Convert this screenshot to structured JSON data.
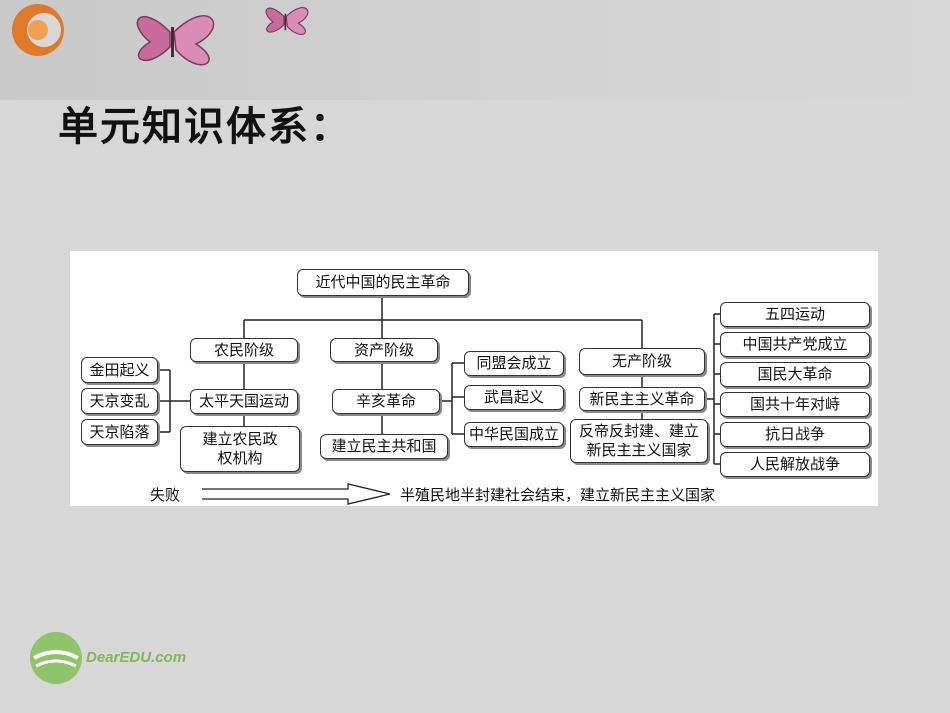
{
  "slide": {
    "title": "单元知识体系：",
    "logo_text": "DearEDU.com"
  },
  "diagram": {
    "root": "近代中国的民主革命",
    "classes": {
      "peasant": "农民阶级",
      "bourgeois": "资产阶级",
      "proletariat": "无产阶级"
    },
    "peasant_events": [
      "金田起义",
      "天京变乱",
      "天京陷落"
    ],
    "taiping": "太平天国运动",
    "peasant_regime": "建立农民政权机构",
    "xinhai": "辛亥革命",
    "republic": "建立民主共和国",
    "bourgeois_events": [
      "同盟会成立",
      "武昌起义",
      "中华民国成立"
    ],
    "new_democratic": "新民主主义革命",
    "new_democratic_goal": "反帝反封建、建立新民主主义国家",
    "proletariat_events": [
      "五四运动",
      "中国共产党成立",
      "国民大革命",
      "国共十年对峙",
      "抗日战争",
      "人民解放战争"
    ],
    "outcome_fail": "失败",
    "outcome_result": "半殖民地半封建社会结束，建立新民主主义国家"
  }
}
